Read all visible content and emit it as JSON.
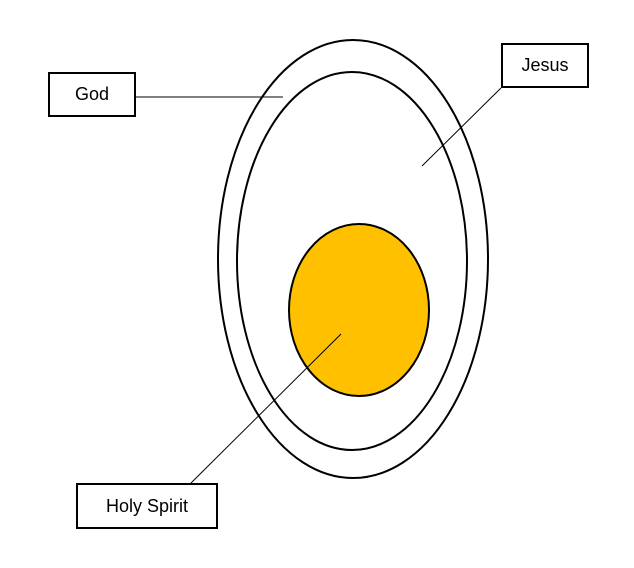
{
  "labels": {
    "god": "God",
    "jesus": "Jesus",
    "holy_spirit": "Holy Spirit"
  },
  "colors": {
    "yolk_fill": "#FFC000",
    "outline": "#000000",
    "background": "#FFFFFF"
  }
}
